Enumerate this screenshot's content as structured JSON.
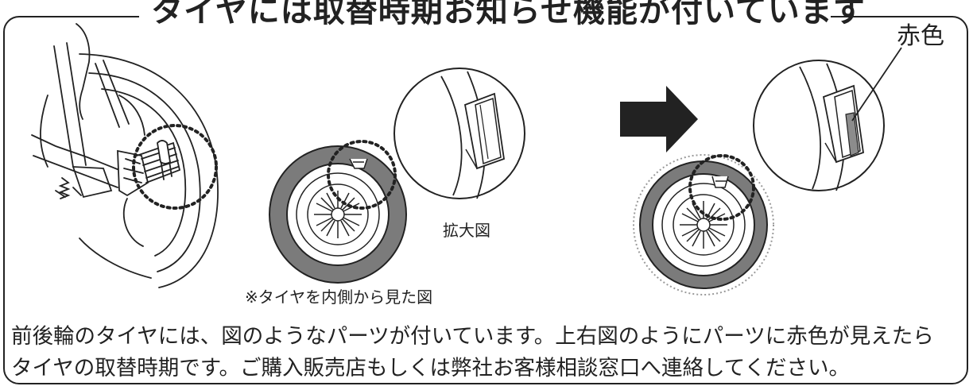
{
  "title": "タイヤには取替時期お知らせ機能が付いています",
  "labels": {
    "red_color": "赤色",
    "enlarged_view": "拡大図",
    "inside_view_note": "※タイヤを内側から見た図"
  },
  "description": {
    "line1": "前後輪のタイヤには、図のようなパーツが付いています。上右図のようにパーツに赤色が見えたら",
    "line2": "タイヤの取替時期です。ご購入販売店もしくは弊社お客様相談窓口へ連絡してください。"
  },
  "colors": {
    "line": "#222222",
    "tire_gray": "#7b7b7b",
    "red_indicator": "#8c8c8c"
  }
}
